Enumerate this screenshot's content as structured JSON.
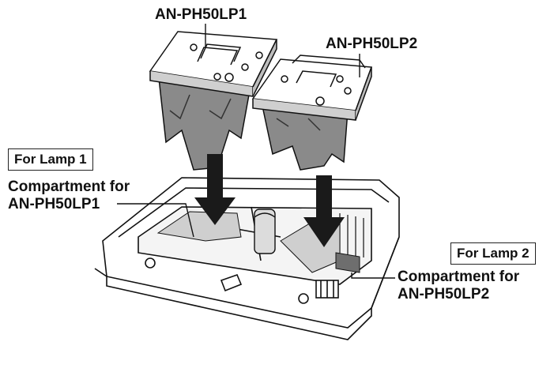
{
  "labels": {
    "lamp1_model": "AN-PH50LP1",
    "lamp2_model": "AN-PH50LP2",
    "for_lamp1": "For Lamp 1",
    "for_lamp2": "For Lamp 2",
    "compartment1_line1": "Compartment for",
    "compartment1_line2": "AN-PH50LP1",
    "compartment2_line1": "Compartment for",
    "compartment2_line2": "AN-PH50LP2"
  },
  "colors": {
    "line": "#111111",
    "shade": "#6e6e6e",
    "light_shade": "#cfcfcf",
    "arrow": "#1a1a1a"
  }
}
